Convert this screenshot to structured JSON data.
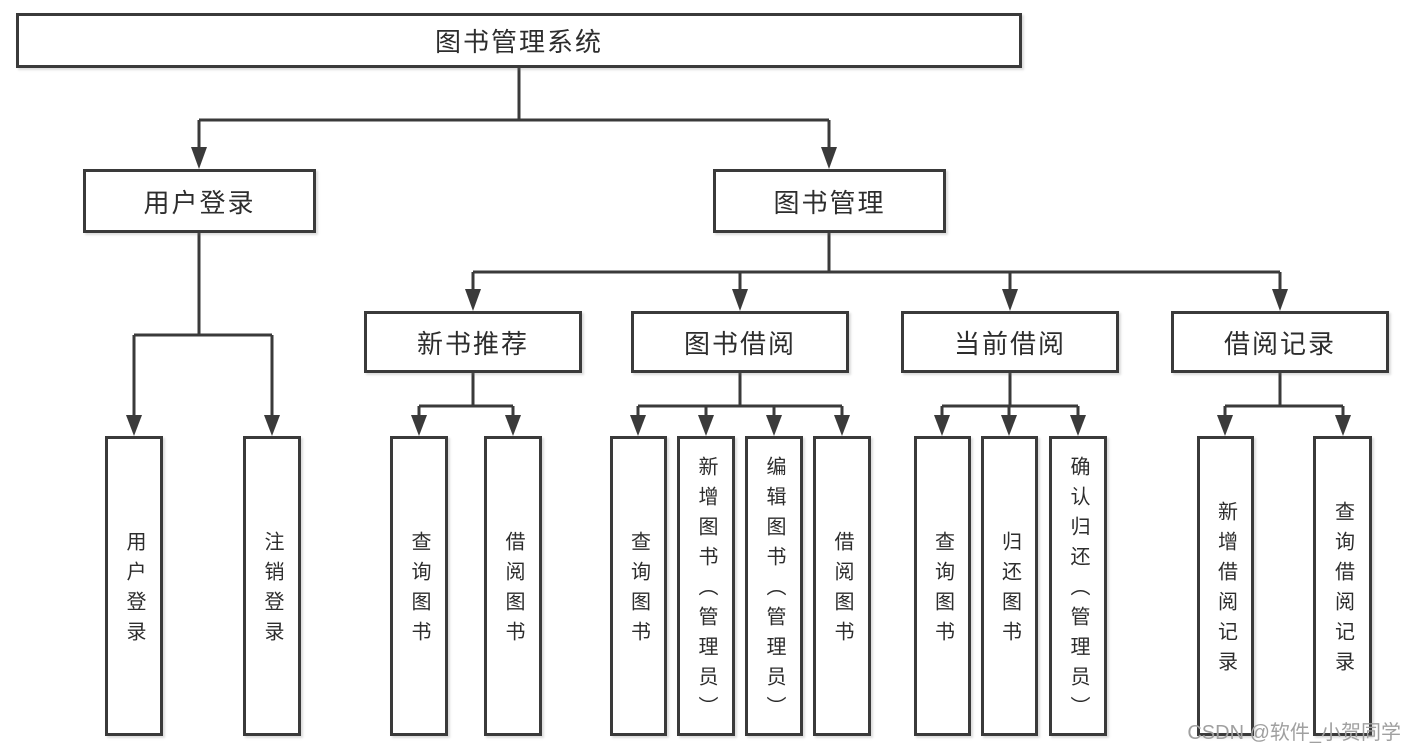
{
  "root": {
    "label": "图书管理系统"
  },
  "level2": [
    {
      "label": "用户登录"
    },
    {
      "label": "图书管理"
    }
  ],
  "level3": [
    {
      "label": "新书推荐"
    },
    {
      "label": "图书借阅"
    },
    {
      "label": "当前借阅"
    },
    {
      "label": "借阅记录"
    }
  ],
  "leaves": {
    "user_login": [
      {
        "label": "用户登录"
      },
      {
        "label": "注销登录"
      }
    ],
    "new_book_recommend": [
      {
        "label": "查询图书"
      },
      {
        "label": "借阅图书"
      }
    ],
    "book_borrowing": [
      {
        "label": "查询图书"
      },
      {
        "label": "新增图书（管理员）"
      },
      {
        "label": "编辑图书（管理员）"
      },
      {
        "label": "借阅图书"
      }
    ],
    "current_borrowing": [
      {
        "label": "查询图书"
      },
      {
        "label": "归还图书"
      },
      {
        "label": "确认归还（管理员）"
      }
    ],
    "borrowing_records": [
      {
        "label": "新增借阅记录"
      },
      {
        "label": "查询借阅记录"
      }
    ]
  },
  "watermark": "CSDN @软件_小贺同学",
  "colors": {
    "line": "#3a3a3a",
    "text": "#2d2d2d",
    "box_background": "#ffffff",
    "background": "#ffffff",
    "watermark": "#a0a0a0"
  }
}
